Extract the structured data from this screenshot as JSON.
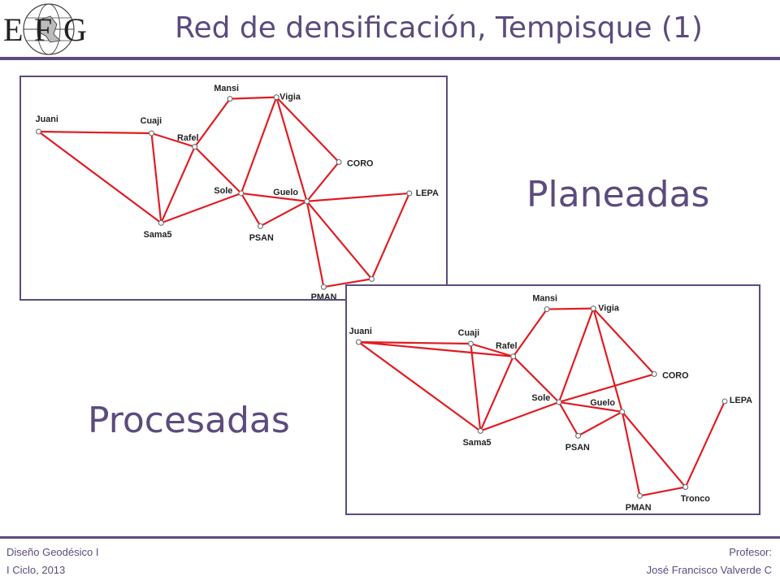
{
  "header": {
    "title": "Red de densificación, Tempisque (1)",
    "logo_text": "EFG",
    "logo_letters": [
      "E",
      "F",
      "G"
    ]
  },
  "labels": {
    "planeadas": "Planeadas",
    "procesadas": "Procesadas"
  },
  "footer": {
    "course": "Diseño Geodésico I",
    "term": "I Ciclo, 2013",
    "professor_label": "Profesor:",
    "professor_name": "José Francisco Valverde C"
  },
  "colors": {
    "accent": "#5c4b7d",
    "edge": "#e11b22"
  },
  "diagrams": [
    {
      "id": "planeadas",
      "nodes": [
        {
          "id": "Juani",
          "label": "Juani"
        },
        {
          "id": "Cuaji",
          "label": "Cuaji"
        },
        {
          "id": "Mansi",
          "label": "Mansi"
        },
        {
          "id": "Vigia",
          "label": "Vigia"
        },
        {
          "id": "Rafel",
          "label": "Rafel"
        },
        {
          "id": "CORO",
          "label": "CORO"
        },
        {
          "id": "Sole",
          "label": "Sole"
        },
        {
          "id": "Guelo",
          "label": "Guelo"
        },
        {
          "id": "LEPA",
          "label": "LEPA"
        },
        {
          "id": "Sama5",
          "label": "Sama5"
        },
        {
          "id": "PSAN",
          "label": "PSAN"
        },
        {
          "id": "Tronco",
          "label": ""
        },
        {
          "id": "PMAN",
          "label": "PMAN"
        }
      ],
      "edges": [
        [
          "Juani",
          "Cuaji"
        ],
        [
          "Juani",
          "Sama5"
        ],
        [
          "Cuaji",
          "Sama5"
        ],
        [
          "Cuaji",
          "Rafel"
        ],
        [
          "Rafel",
          "Sama5"
        ],
        [
          "Rafel",
          "Mansi"
        ],
        [
          "Rafel",
          "Sole"
        ],
        [
          "Mansi",
          "Vigia"
        ],
        [
          "Vigia",
          "Sole"
        ],
        [
          "Vigia",
          "CORO"
        ],
        [
          "Vigia",
          "Guelo"
        ],
        [
          "CORO",
          "Guelo"
        ],
        [
          "Sole",
          "Sama5"
        ],
        [
          "Sole",
          "Guelo"
        ],
        [
          "Sole",
          "PSAN"
        ],
        [
          "PSAN",
          "Guelo"
        ],
        [
          "Guelo",
          "LEPA"
        ],
        [
          "Guelo",
          "PMAN"
        ],
        [
          "Guelo",
          "Tronco"
        ],
        [
          "LEPA",
          "Tronco"
        ],
        [
          "PMAN",
          "Tronco"
        ]
      ]
    },
    {
      "id": "procesadas",
      "nodes": [
        {
          "id": "Juani",
          "label": "Juani"
        },
        {
          "id": "Cuaji",
          "label": "Cuaji"
        },
        {
          "id": "Mansi",
          "label": "Mansi"
        },
        {
          "id": "Vigia",
          "label": "Vigia"
        },
        {
          "id": "Rafel",
          "label": "Rafel"
        },
        {
          "id": "CORO",
          "label": "CORO"
        },
        {
          "id": "Sole",
          "label": "Sole"
        },
        {
          "id": "Guelo",
          "label": "Guelo"
        },
        {
          "id": "LEPA",
          "label": "LEPA"
        },
        {
          "id": "Sama5",
          "label": "Sama5"
        },
        {
          "id": "PSAN",
          "label": "PSAN"
        },
        {
          "id": "Tronco",
          "label": "Tronco"
        },
        {
          "id": "PMAN",
          "label": "PMAN"
        }
      ],
      "edges": [
        [
          "Juani",
          "Cuaji"
        ],
        [
          "Juani",
          "Rafel"
        ],
        [
          "Juani",
          "Sama5"
        ],
        [
          "Cuaji",
          "Sama5"
        ],
        [
          "Cuaji",
          "Rafel"
        ],
        [
          "Rafel",
          "Sama5"
        ],
        [
          "Rafel",
          "Mansi"
        ],
        [
          "Rafel",
          "Sole"
        ],
        [
          "Mansi",
          "Vigia"
        ],
        [
          "Vigia",
          "Sole"
        ],
        [
          "Vigia",
          "CORO"
        ],
        [
          "Vigia",
          "Guelo"
        ],
        [
          "CORO",
          "Sole"
        ],
        [
          "Sole",
          "Sama5"
        ],
        [
          "Sole",
          "Guelo"
        ],
        [
          "Sole",
          "PSAN"
        ],
        [
          "PSAN",
          "Guelo"
        ],
        [
          "Guelo",
          "PMAN"
        ],
        [
          "Guelo",
          "Tronco"
        ],
        [
          "PMAN",
          "Tronco"
        ],
        [
          "Tronco",
          "LEPA"
        ]
      ]
    }
  ]
}
